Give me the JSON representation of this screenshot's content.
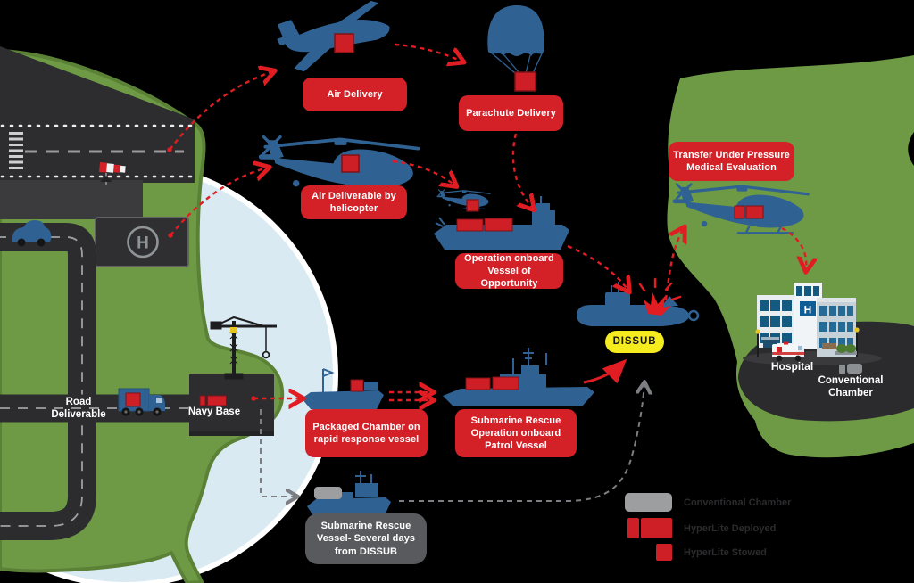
{
  "labels": {
    "air_delivery": "Air Delivery",
    "parachute_delivery": "Parachute Delivery",
    "air_deliverable_by_helicopter": "Air Deliverable by helicopter",
    "operation_onboard_voo": "Operation onboard Vessel of Opportunity",
    "transfer_under_pressure": "Transfer Under Pressure Medical Evaluation",
    "packaged_chamber": "Packaged Chamber on rapid response vessel",
    "submarine_rescue_patrol": "Submarine Rescue Operation onboard Patrol Vessel",
    "submarine_rescue_vessel": "Submarine Rescue Vessel- Several days from DISSUB",
    "dissub": "DISSUB",
    "road_deliverable": "Road Deliverable",
    "navy_base": "Navy Base",
    "hospital": "Hospital",
    "conventional_chamber": "Conventional Chamber",
    "helipad_h": "H",
    "hospital_sign_h": "H"
  },
  "legend": {
    "items": [
      {
        "icon": "conventional-chamber-icon",
        "label": "Conventional Chamber"
      },
      {
        "icon": "hyperlite-deployed-icon",
        "label": "HyperLite Deployed"
      },
      {
        "icon": "hyperlite-stowed-icon",
        "label": "HyperLite Stowed"
      }
    ]
  },
  "colors": {
    "label_red": "#d32127",
    "arrow_red": "#e01d23",
    "chamber_red": "#cf1f26",
    "dissub_yellow": "#f5ec20",
    "vehicle_blue": "#2f6293",
    "land_green": "#6e9a45",
    "water_blue": "#d9eaf2",
    "asphalt_dark": "#2d2d30",
    "gray_box": "#595a5e",
    "gray_chamber": "#9c9ea0",
    "legend_text": "#2b2b2d"
  }
}
